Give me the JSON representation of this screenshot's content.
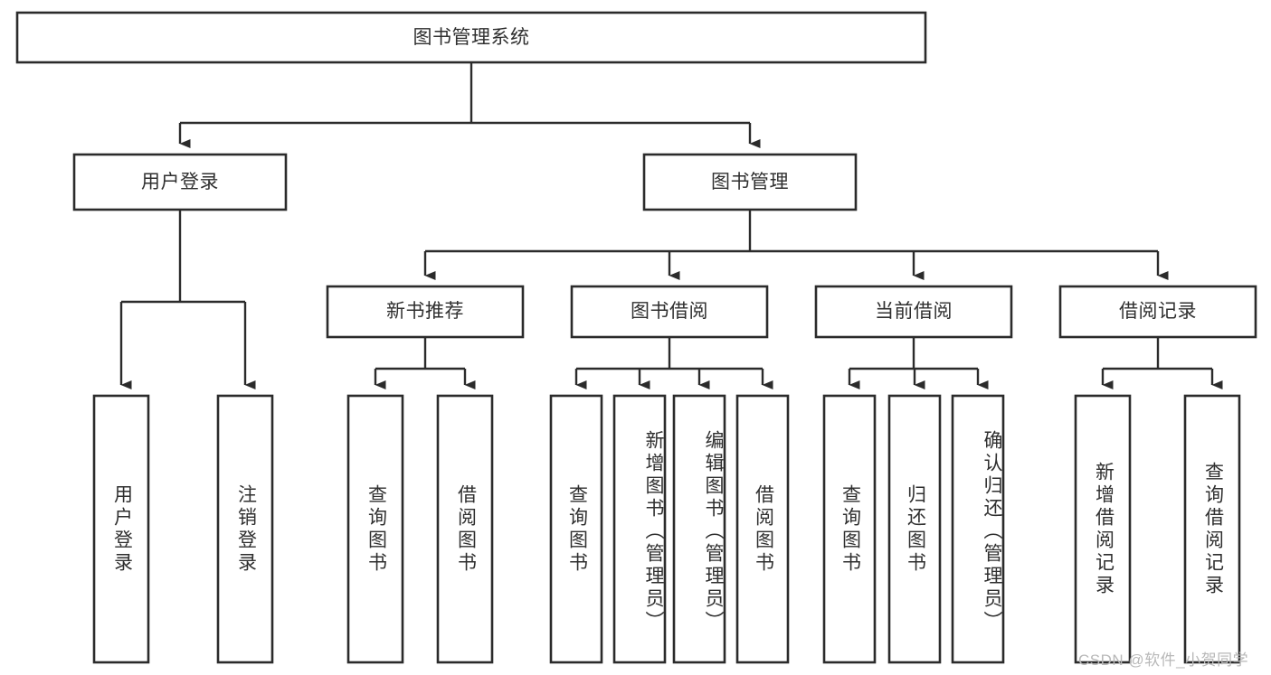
{
  "diagram": {
    "title": "图书管理系统",
    "type": "tree-hierarchy",
    "colors": {
      "box_stroke": "#2b2b2b",
      "box_fill": "#ffffff",
      "text": "#2f2f2f",
      "background": "#ffffff",
      "watermark": "#b8b8b8"
    },
    "root": {
      "label": "图书管理系统"
    },
    "level2": [
      {
        "label": "用户登录"
      },
      {
        "label": "图书管理"
      }
    ],
    "level3": [
      {
        "label": "新书推荐"
      },
      {
        "label": "图书借阅"
      },
      {
        "label": "当前借阅"
      },
      {
        "label": "借阅记录"
      }
    ],
    "leaves": {
      "user_login": [
        {
          "label": "用户登录"
        },
        {
          "label": "注销登录"
        }
      ],
      "new_book_recommend": [
        {
          "label": "查询图书"
        },
        {
          "label": "借阅图书"
        }
      ],
      "book_borrow": [
        {
          "label": "查询图书"
        },
        {
          "label": "新增图书（管理员）"
        },
        {
          "label": "编辑图书（管理员）"
        },
        {
          "label": "借阅图书"
        }
      ],
      "current_borrow": [
        {
          "label": "查询图书"
        },
        {
          "label": "归还图书"
        },
        {
          "label": "确认归还（管理员）"
        }
      ],
      "borrow_record": [
        {
          "label": "新增借阅记录"
        },
        {
          "label": "查询借阅记录"
        }
      ]
    }
  },
  "watermark": {
    "text": "CSDN @软件_小贺同学"
  }
}
